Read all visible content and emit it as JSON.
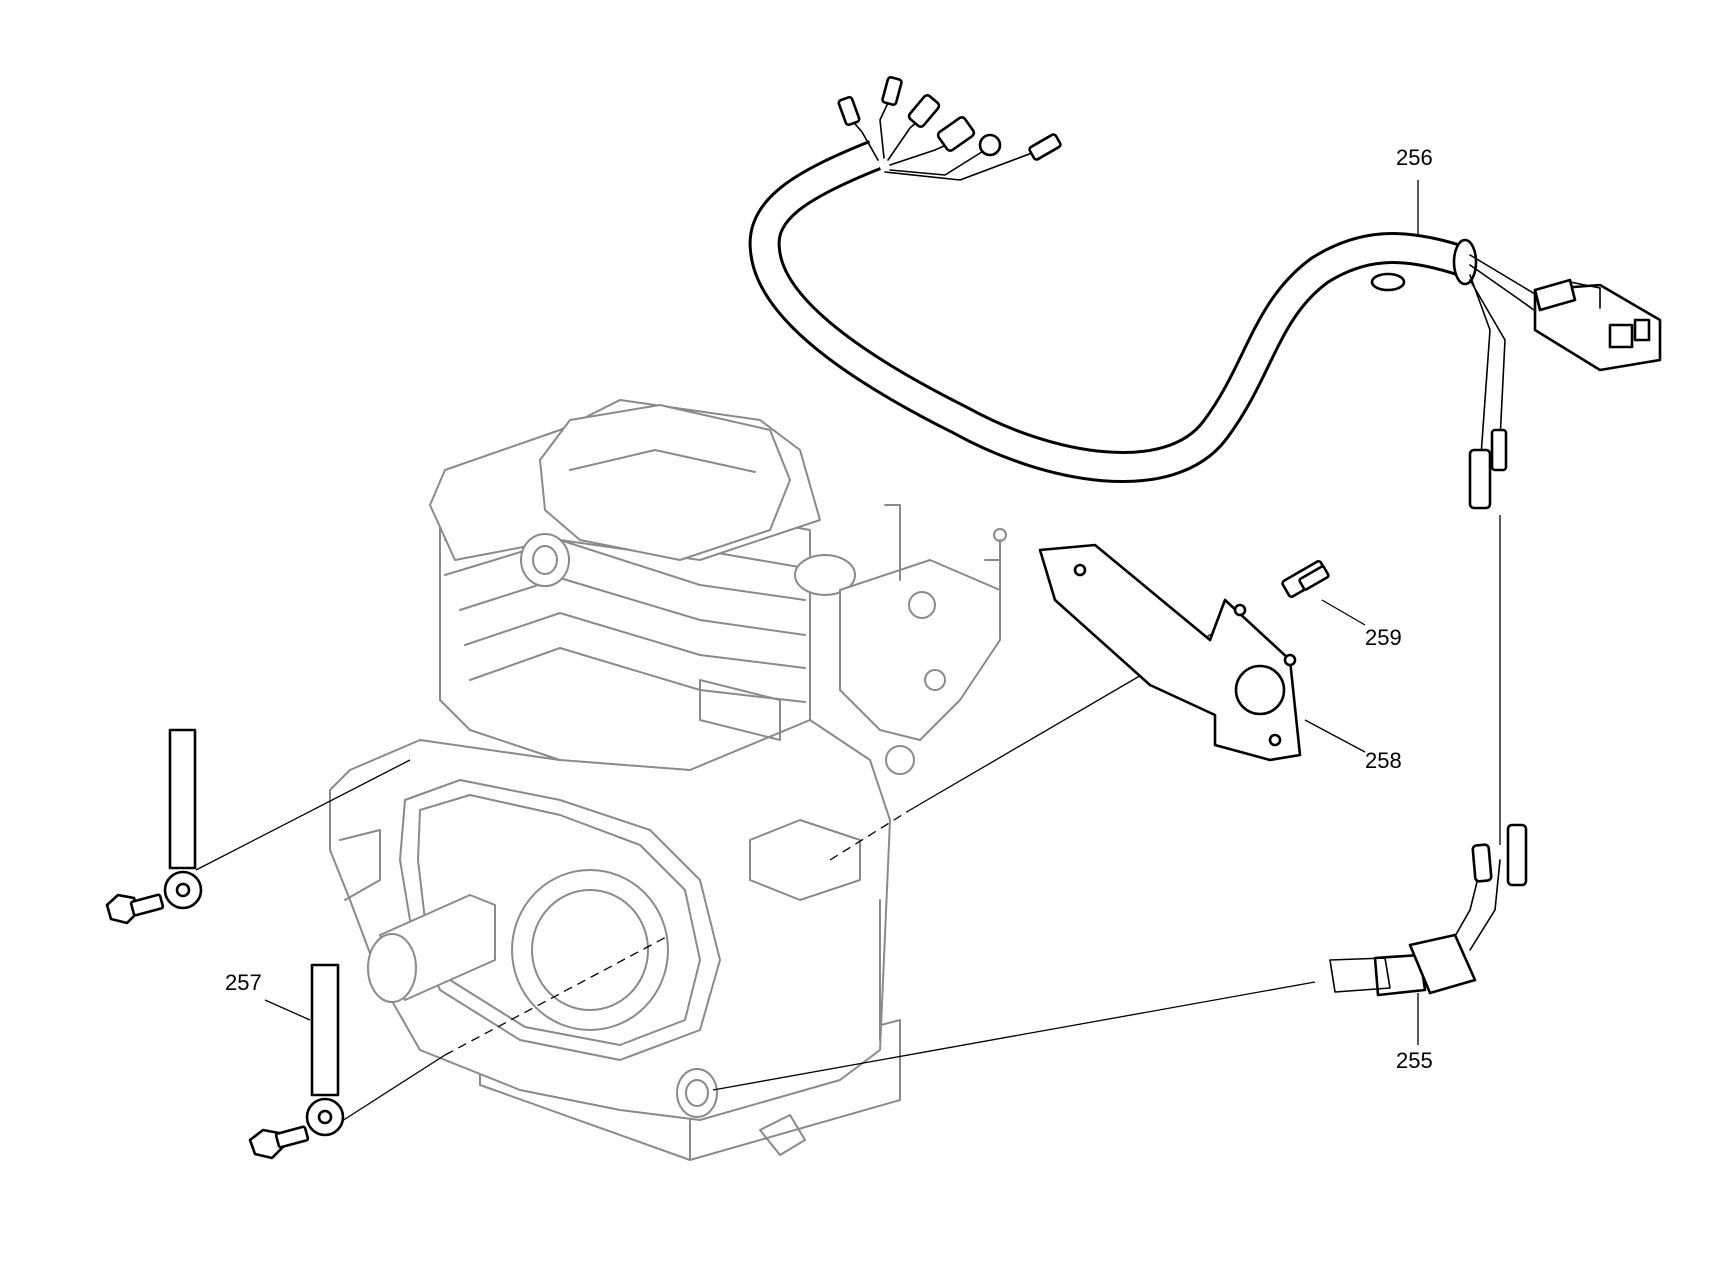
{
  "callouts": {
    "c255": "255",
    "c256": "256",
    "c257": "257",
    "c258": "258",
    "c259": "259"
  }
}
